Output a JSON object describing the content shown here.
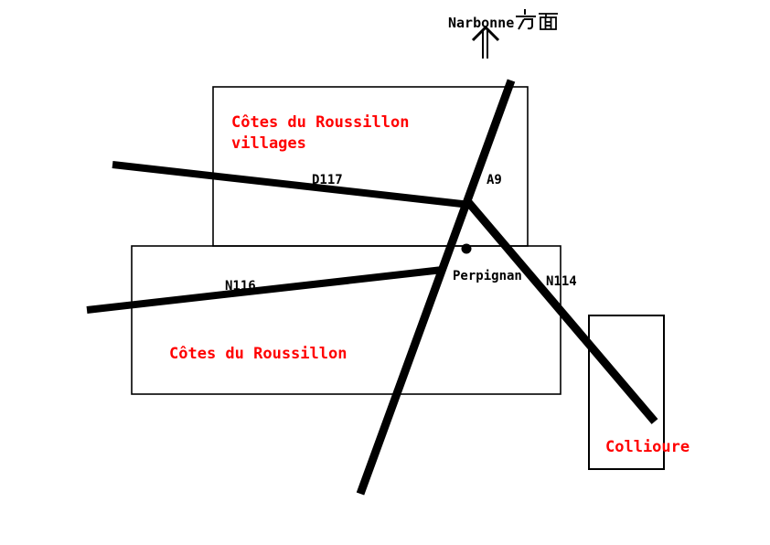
{
  "page": {
    "background": "#ffffff",
    "description_labels_only": true
  },
  "destination": {
    "full": "Narbonne 方面",
    "latin": "Narbonne",
    "kanji": "方面"
  },
  "regions": {
    "villages": {
      "line1": "Côtes du Roussillon",
      "line2": "villages"
    },
    "roussillon": {
      "label": "Côtes du Roussillon"
    },
    "collioure": {
      "label": "Collioure"
    }
  },
  "roads": {
    "d117": "D117",
    "a9": "A9",
    "n116": "N116",
    "n114": "N114"
  },
  "city": {
    "perpignan": "Perpignan"
  },
  "colors": {
    "ink": "#000000",
    "region_label": "#ff0000",
    "background": "#ffffff"
  }
}
